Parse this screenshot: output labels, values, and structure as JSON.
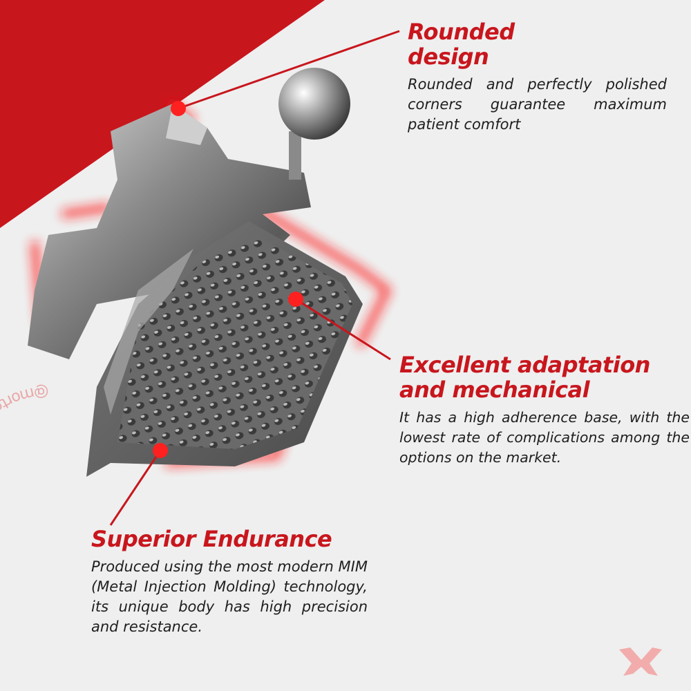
{
  "features": [
    {
      "title_lines": [
        "Rounded",
        "design"
      ],
      "body": "Rounded and perfectly polished corners guarantee maximum patient comfort"
    },
    {
      "title_lines": [
        "Excellent adaptation",
        "and mechanical"
      ],
      "body": "It has a high adherence base, with the lowest rate of complications among the options on the market."
    },
    {
      "title_lines": [
        "Superior Endurance"
      ],
      "body": "Produced using the most modern MIM (Metal Injection Molding) technology, its unique body has high precision and resistance."
    }
  ],
  "watermark": "@mortodontia · @mortodontia · ",
  "colors": {
    "accent": "#c8161d",
    "background": "#efefef",
    "text": "#1e1e1e"
  }
}
